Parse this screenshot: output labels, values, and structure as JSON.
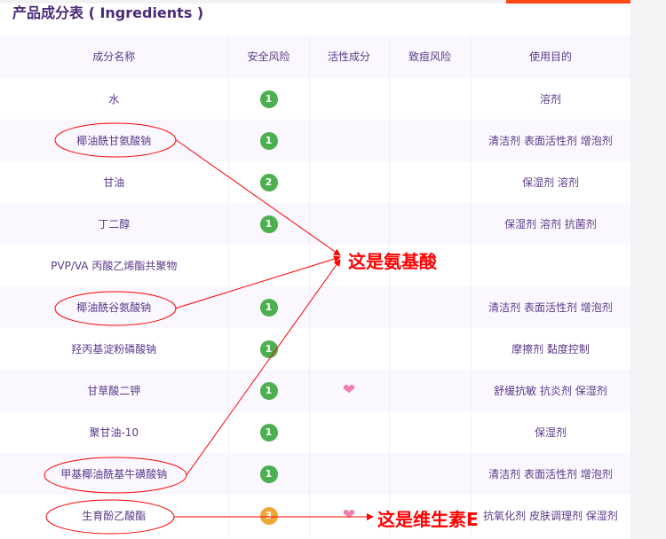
{
  "title": "产品成分表 ( Ingredients )",
  "colors": {
    "risk_low": "#4caf50",
    "risk_mid": "#f0a73a",
    "text": "#5b3a8a",
    "annotation": "#ff0000",
    "accent": "#ff4a11"
  },
  "columns": [
    "成分名称",
    "安全风险",
    "活性成分",
    "致痘风险",
    "使用目的"
  ],
  "rows": [
    {
      "name": "水",
      "risk": "1",
      "active": false,
      "purpose": "溶剂"
    },
    {
      "name": "椰油酰甘氨酸钠",
      "risk": "1",
      "active": false,
      "purpose": "清洁剂 表面活性剂 增泡剂"
    },
    {
      "name": "甘油",
      "risk": "2",
      "active": false,
      "purpose": "保湿剂 溶剂"
    },
    {
      "name": "丁二醇",
      "risk": "1",
      "active": false,
      "purpose": "保湿剂 溶剂 抗菌剂"
    },
    {
      "name": "PVP/VA 丙酸乙烯酯共聚物",
      "risk": "",
      "active": false,
      "purpose": ""
    },
    {
      "name": "椰油酰谷氨酸钠",
      "risk": "1",
      "active": false,
      "purpose": "清洁剂 表面活性剂 增泡剂"
    },
    {
      "name": "羟丙基淀粉磷酸钠",
      "risk": "1",
      "active": false,
      "purpose": "摩擦剂 黏度控制"
    },
    {
      "name": "甘草酸二钾",
      "risk": "1",
      "active": true,
      "purpose": "舒缓抗敏 抗炎剂 保湿剂"
    },
    {
      "name": "聚甘油-10",
      "risk": "1",
      "active": false,
      "purpose": "保湿剂"
    },
    {
      "name": "甲基椰油酰基牛磺酸钠",
      "risk": "1",
      "active": false,
      "purpose": "清洁剂 表面活性剂 增泡剂"
    },
    {
      "name": "生育酚乙酸酯",
      "risk": "3",
      "active": true,
      "purpose": "抗氧化剂 皮肤调理剂 保湿剂"
    }
  ],
  "annotations": {
    "amino_acid": "这是氨基酸",
    "vitamin_e": "这是维生素E"
  }
}
